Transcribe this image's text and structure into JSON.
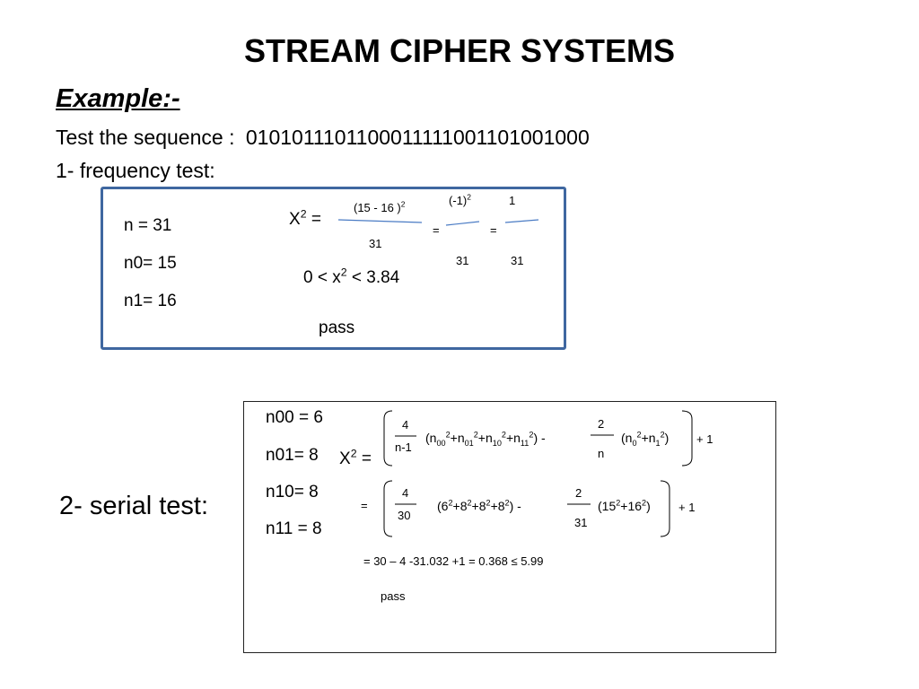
{
  "title": "STREAM CIPHER SYSTEMS",
  "subtitle": "Example:-",
  "sequence_label": "Test the sequence :",
  "sequence": "0101011101100011111001101001000",
  "frequency": {
    "heading": "1-  frequency test:",
    "n": "n = 31",
    "n0": "n0= 15",
    "n1": "n1= 16",
    "chi_label": "X",
    "chi_exp": "2",
    "chi_eq": " =",
    "num1": "(15  -  16 )",
    "num1_exp": "2",
    "den1": "31",
    "eq1": "=",
    "num2": "(-1)",
    "num2_exp": "2",
    "den2": "31",
    "eq2": "=",
    "num3": "1",
    "den3": "31",
    "range_left": "0 < x",
    "range_exp": "2",
    "range_right": " < 3.84",
    "result": "pass"
  },
  "serial": {
    "heading": "2- serial test:",
    "n00": "n00 = 6",
    "n01": "n01= 8",
    "n10": "n10= 8",
    "n11": "n11 = 8",
    "chi_label": "X",
    "chi_exp": "2",
    "chi_eq": " =",
    "frac1_num": "4",
    "frac1_den": "n-1",
    "sum1": {
      "open": "(n",
      "s00": "00",
      "p1": "+n",
      "s01": "01",
      "p2": "+n",
      "s10": "10",
      "p3": "+n",
      "s11": "11",
      "close": ") -"
    },
    "frac2_num": "2",
    "frac2_den": "n",
    "sum2": {
      "open": "(n",
      "s0": "0",
      "p1": "+n",
      "s1": "1",
      "close": ")"
    },
    "plus1": "+ 1",
    "eq_row2": "=",
    "frac3_num": "4",
    "frac3_den": "30",
    "sum3": {
      "a": "(6",
      "b": "+8",
      "c": "+8",
      "d": "+8",
      "e": ") -"
    },
    "frac4_num": "2",
    "frac4_den": "31",
    "sum4": {
      "a": "(15",
      "b": "+16",
      "c": ")"
    },
    "plus1_row2": "+ 1",
    "computation": "=  30 – 4 -31.032 +1  =  0.368  ≤  5.99",
    "result": "pass"
  },
  "colors": {
    "box_border": "#3f67a0",
    "fraction_line": "#4a7bc4",
    "text": "#000000"
  }
}
